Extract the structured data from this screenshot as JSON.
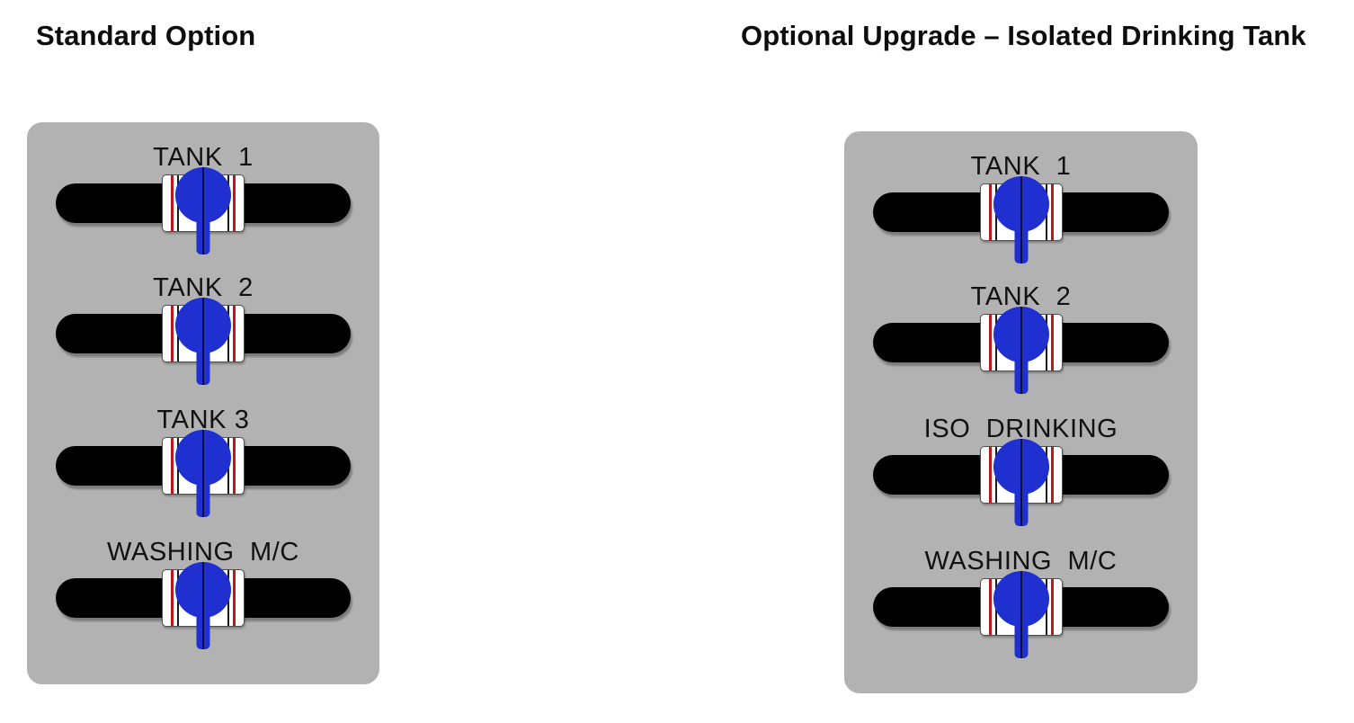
{
  "panels": [
    {
      "title": "Standard Option",
      "accent_blue": "#1f2fd0",
      "panel_gray": "#b2b2b2",
      "valves": [
        {
          "label": "TANK  1",
          "handle": "blue-valve-handle",
          "state": "closed"
        },
        {
          "label": "TANK  2",
          "handle": "blue-valve-handle",
          "state": "closed"
        },
        {
          "label": "TANK 3",
          "handle": "blue-valve-handle",
          "state": "closed"
        },
        {
          "label": "WASHING  M/C",
          "handle": "blue-valve-handle",
          "state": "closed"
        }
      ]
    },
    {
      "title": "Optional Upgrade – Isolated Drinking Tank",
      "accent_blue": "#1f2fd0",
      "panel_gray": "#b2b2b2",
      "valves": [
        {
          "label": "TANK  1",
          "handle": "blue-valve-handle",
          "state": "closed"
        },
        {
          "label": "TANK  2",
          "handle": "blue-valve-handle",
          "state": "closed"
        },
        {
          "label": "ISO  DRINKING",
          "handle": "blue-valve-handle",
          "state": "closed"
        },
        {
          "label": "WASHING  M/C",
          "handle": "blue-valve-handle",
          "state": "closed"
        }
      ]
    }
  ],
  "colors": {
    "background": "#ffffff",
    "panel": "#b2b2b2",
    "pipe": "#000000",
    "valve_body": "#ffffff",
    "stripe_red": "#c0171b",
    "stripe_black": "#1a1a1a",
    "handle_blue": "#1f2fd0",
    "text": "#0d0d0d"
  }
}
